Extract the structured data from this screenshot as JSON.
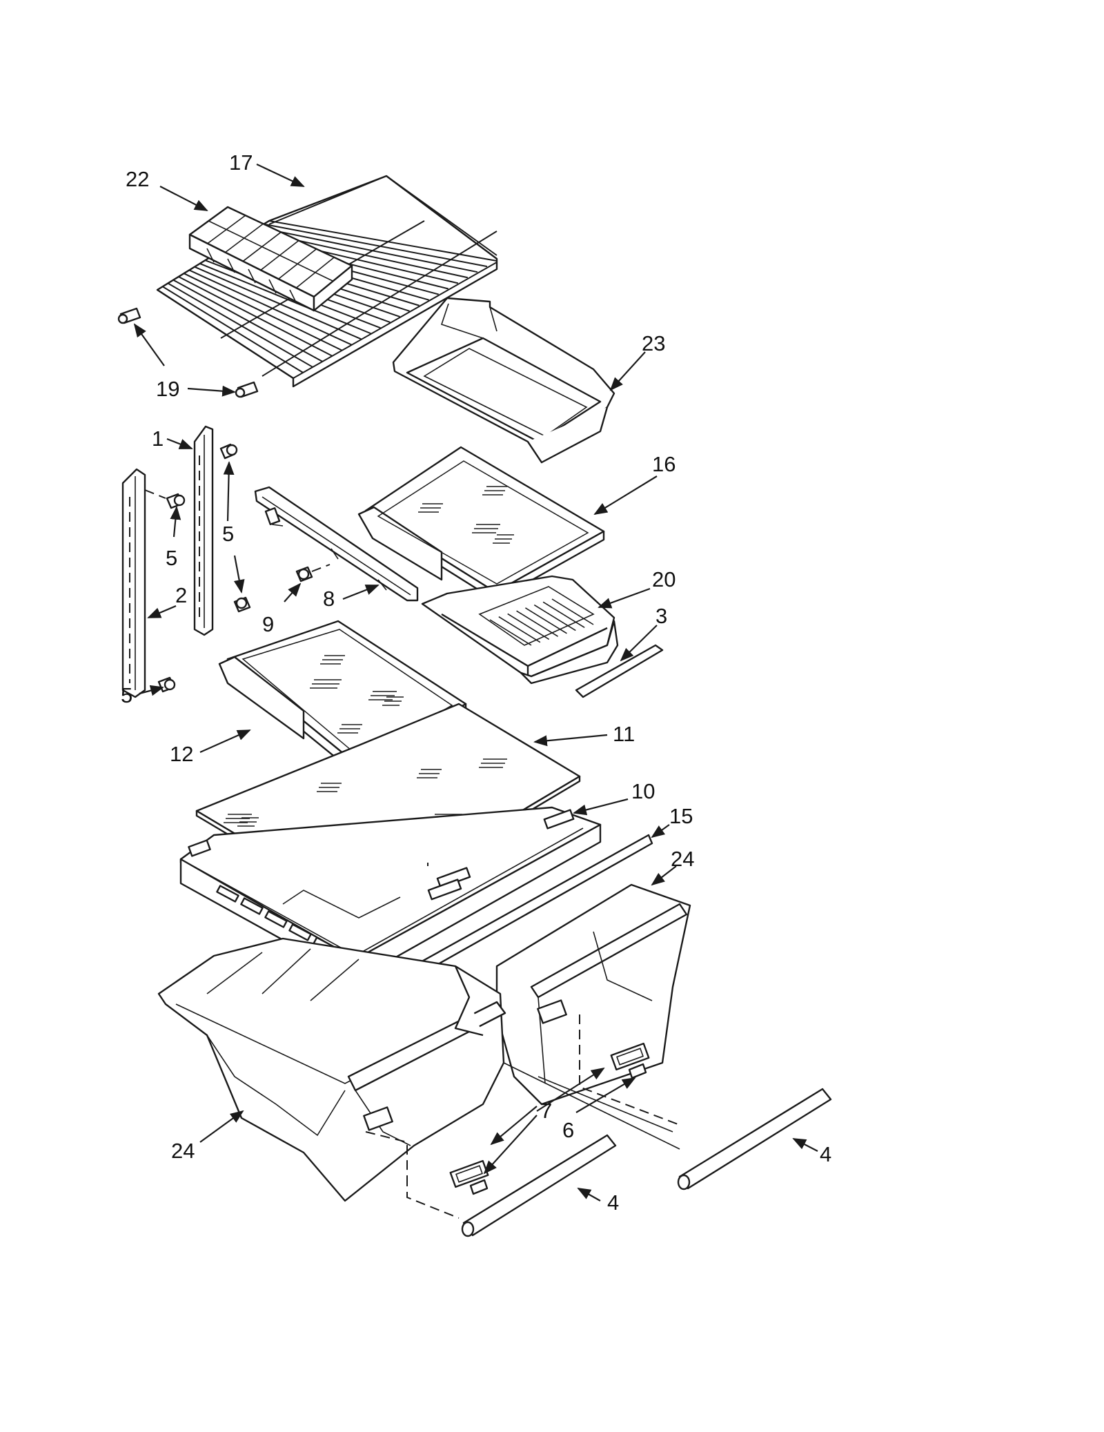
{
  "diagram": {
    "callouts": [
      {
        "id": "c17",
        "text": "17"
      },
      {
        "id": "c22",
        "text": "22"
      },
      {
        "id": "c23",
        "text": "23"
      },
      {
        "id": "c19",
        "text": "19"
      },
      {
        "id": "c1",
        "text": "1"
      },
      {
        "id": "c16",
        "text": "16"
      },
      {
        "id": "c5a",
        "text": "5"
      },
      {
        "id": "c5b",
        "text": "5"
      },
      {
        "id": "c2",
        "text": "2"
      },
      {
        "id": "c8",
        "text": "8"
      },
      {
        "id": "c9",
        "text": "9"
      },
      {
        "id": "c20",
        "text": "20"
      },
      {
        "id": "c3",
        "text": "3"
      },
      {
        "id": "c5c",
        "text": "5"
      },
      {
        "id": "c11",
        "text": "11"
      },
      {
        "id": "c12",
        "text": "12"
      },
      {
        "id": "c10",
        "text": "10"
      },
      {
        "id": "c15",
        "text": "15"
      },
      {
        "id": "c24a",
        "text": "24"
      },
      {
        "id": "c24b",
        "text": "24"
      },
      {
        "id": "c7",
        "text": "7"
      },
      {
        "id": "c6",
        "text": "6"
      },
      {
        "id": "c4a",
        "text": "4"
      },
      {
        "id": "c4b",
        "text": "4"
      }
    ]
  }
}
